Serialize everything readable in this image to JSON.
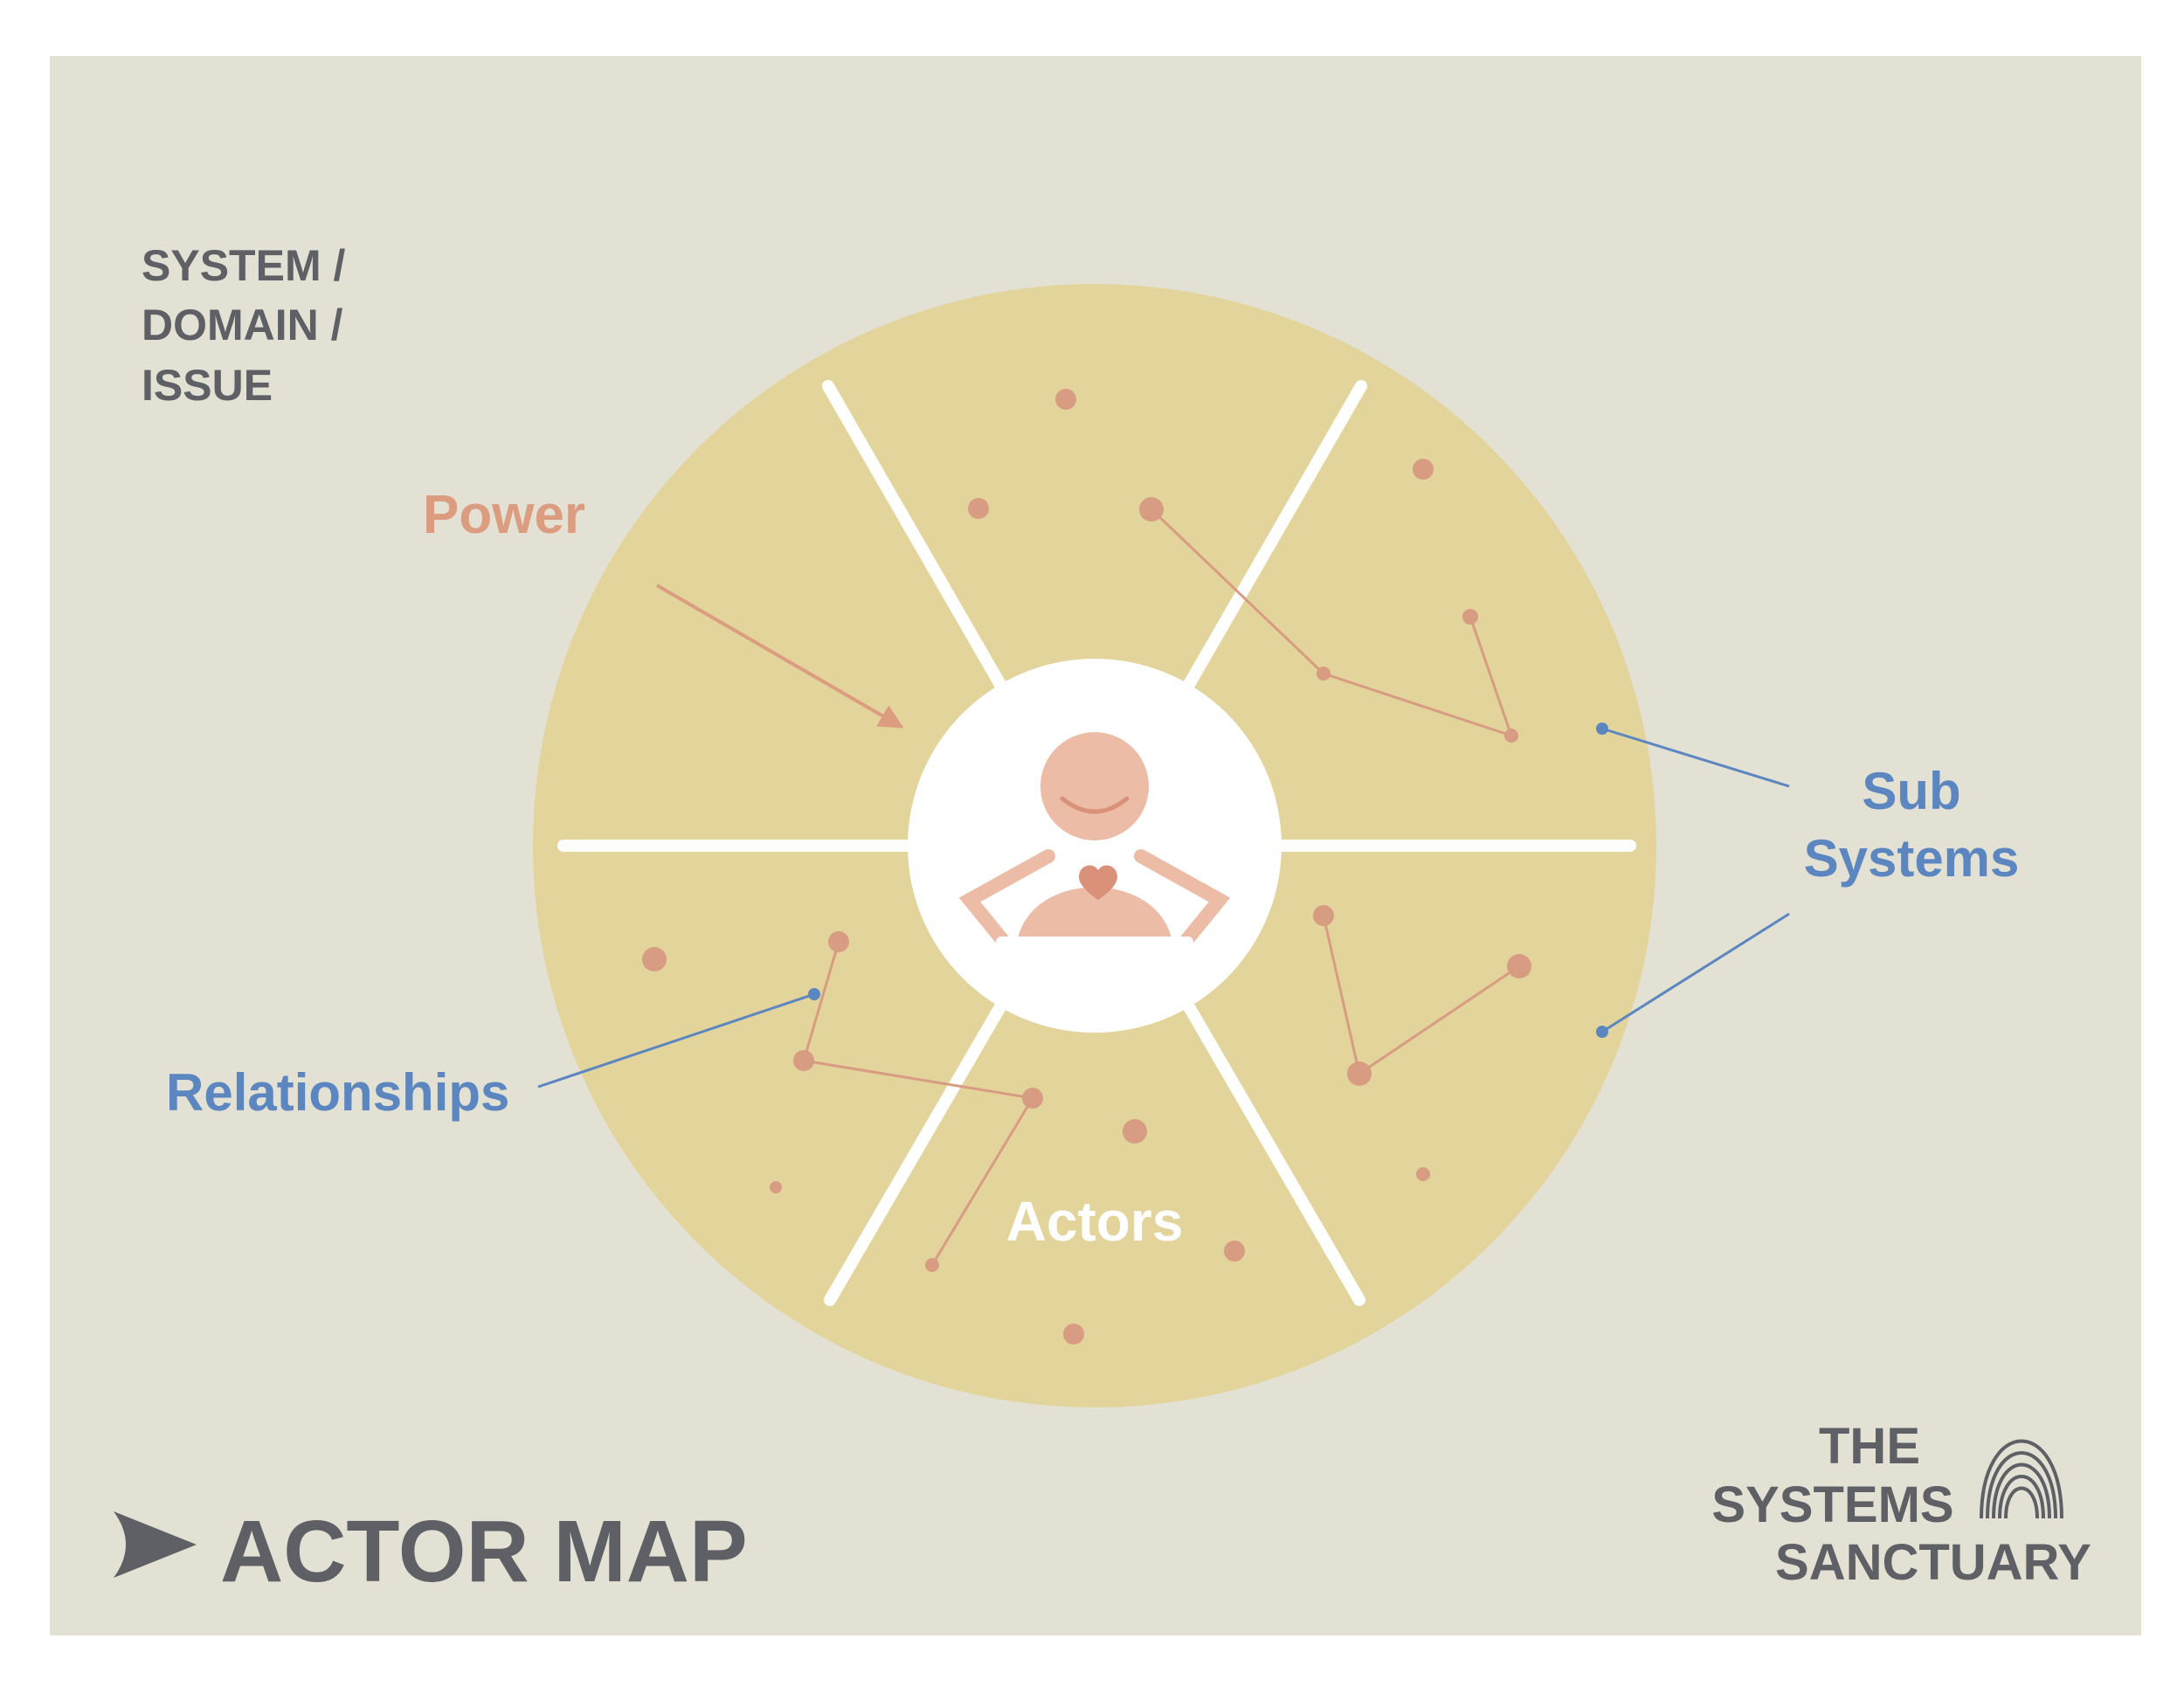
{
  "colors": {
    "page": "#ffffff",
    "panel": "#e2e1d4",
    "wheel": "#e2d49b",
    "spoke": "#ffffff",
    "hub": "#ffffff",
    "actor": "#d89c82",
    "actor_soft": "#ecbca6",
    "heart": "#d9917a",
    "blue": "#5b86c0",
    "text_gray": "#5f6065",
    "power": "#dc9c80"
  },
  "domain_label": [
    "SYSTEM /",
    "DOMAIN /",
    "ISSUE"
  ],
  "labels": {
    "power": "Power",
    "sub_systems": [
      "Sub",
      "Systems"
    ],
    "relationships": "Relationships",
    "actors": "Actors"
  },
  "title": "ACTOR MAP",
  "brand": [
    "THE",
    "SYSTEMS",
    "SANCTUARY"
  ],
  "icons": {
    "title_mark": "shark-fin-icon",
    "brand_logo": "arches-logo-icon",
    "center_figure": "person-with-heart-icon"
  }
}
